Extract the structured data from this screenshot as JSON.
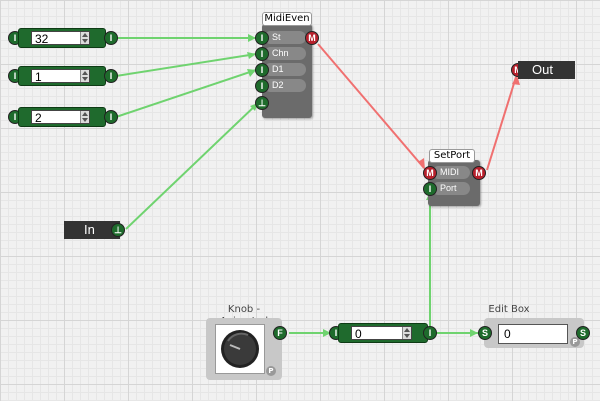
{
  "colors": {
    "wire_green": "#6fd36f",
    "wire_red": "#f07070",
    "pin_green": "#1e6b2c",
    "pin_red": "#b8202c",
    "module_body": "#6b6b6b",
    "label_bg": "#333333"
  },
  "pins": {
    "int": "I",
    "midi": "M",
    "float": "F",
    "string": "S",
    "trigger": "⊥"
  },
  "number_boxes": [
    {
      "value": "32"
    },
    {
      "value": "1"
    },
    {
      "value": "2"
    },
    {
      "value": "0"
    }
  ],
  "midi_event": {
    "title": "MidiEven",
    "inputs": [
      "St",
      "Chn",
      "D1",
      "D2"
    ]
  },
  "set_port": {
    "title": "SetPort",
    "inputs": [
      "MIDI",
      "Port"
    ]
  },
  "out_label": "Out",
  "in_label": "In",
  "knob_panel": {
    "title": "Knob - Animated",
    "badge": "P"
  },
  "edit_box": {
    "title": "Edit Box",
    "value": "0",
    "badge": "P"
  }
}
